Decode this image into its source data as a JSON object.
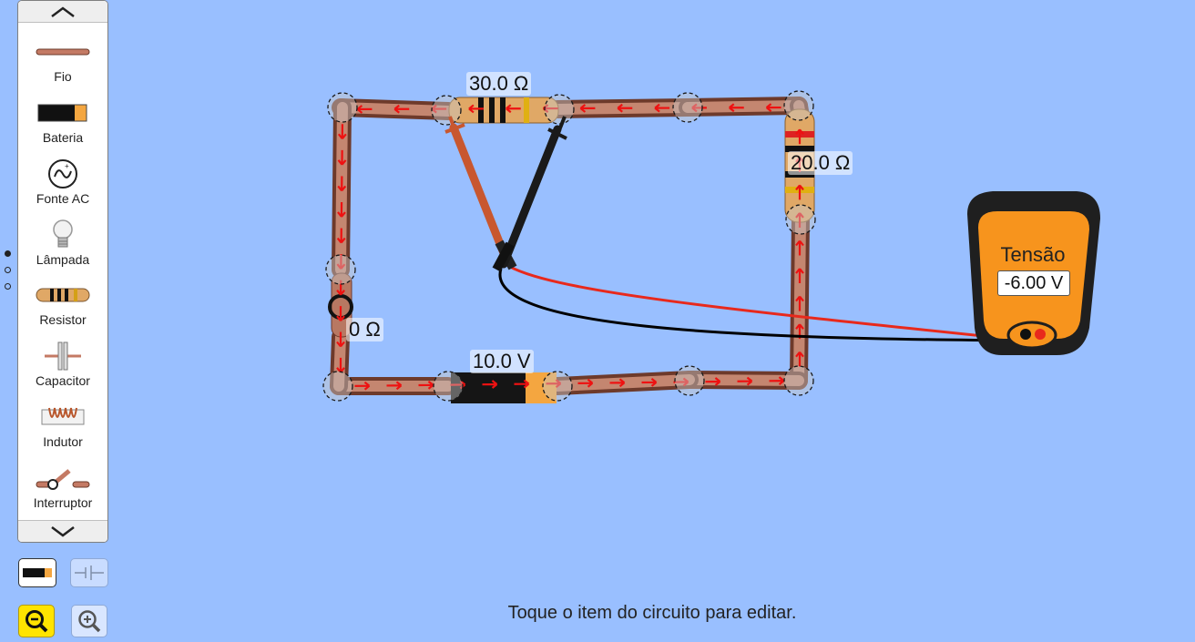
{
  "toolbox": {
    "items": [
      {
        "label": "Fio",
        "icon": "wire-icon"
      },
      {
        "label": "Bateria",
        "icon": "battery-icon"
      },
      {
        "label": "Fonte AC",
        "icon": "ac-source-icon"
      },
      {
        "label": "Lâmpada",
        "icon": "lightbulb-icon"
      },
      {
        "label": "Resistor",
        "icon": "resistor-icon"
      },
      {
        "label": "Capacitor",
        "icon": "capacitor-icon"
      },
      {
        "label": "Indutor",
        "icon": "inductor-icon"
      },
      {
        "label": "Interruptor",
        "icon": "switch-icon"
      }
    ]
  },
  "circuit": {
    "resistor_top_label": "30.0 Ω",
    "resistor_right_label": "20.0 Ω",
    "resistor_left_label": "0 Ω",
    "battery_label": "10.0 V"
  },
  "voltmeter": {
    "title": "Tensão",
    "value": "-6.00 V",
    "colors": {
      "body": "#f7941d",
      "shell": "#1f1f1f",
      "red_probe": "#e8291c",
      "black_probe": "#000000"
    }
  },
  "status": {
    "hint": "Toque o item do circuito para editar."
  },
  "colors": {
    "background": "#99bfff",
    "wire": "#b87862",
    "arrow": "#ee1111",
    "zoom_out_active": "#ffe400"
  }
}
